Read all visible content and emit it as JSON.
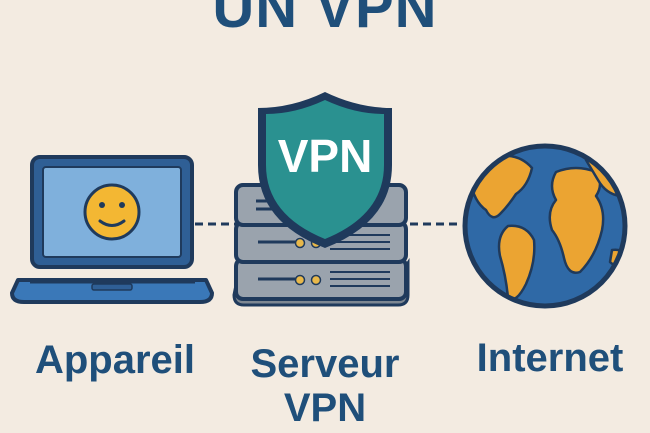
{
  "title": "UN VPN",
  "nodes": {
    "device": {
      "label": "Appareil"
    },
    "server": {
      "label_line1": "Serveur",
      "label_line2": "VPN",
      "shield_text": "VPN"
    },
    "internet": {
      "label": "Internet"
    }
  },
  "colors": {
    "background": "#f3ebe1",
    "outline": "#1f3a5c",
    "title_text": "#1f4f7a",
    "laptop_screen": "#7fb0dc",
    "laptop_body": "#3a78b8",
    "face": "#f3b733",
    "shield": "#2a9190",
    "server": "#9aa3ad",
    "led": "#e8b84a",
    "ocean": "#2f69a6",
    "land": "#eba432"
  },
  "icons": [
    "laptop-icon",
    "smiley-face-icon",
    "shield-icon",
    "server-rack-icon",
    "globe-icon"
  ]
}
